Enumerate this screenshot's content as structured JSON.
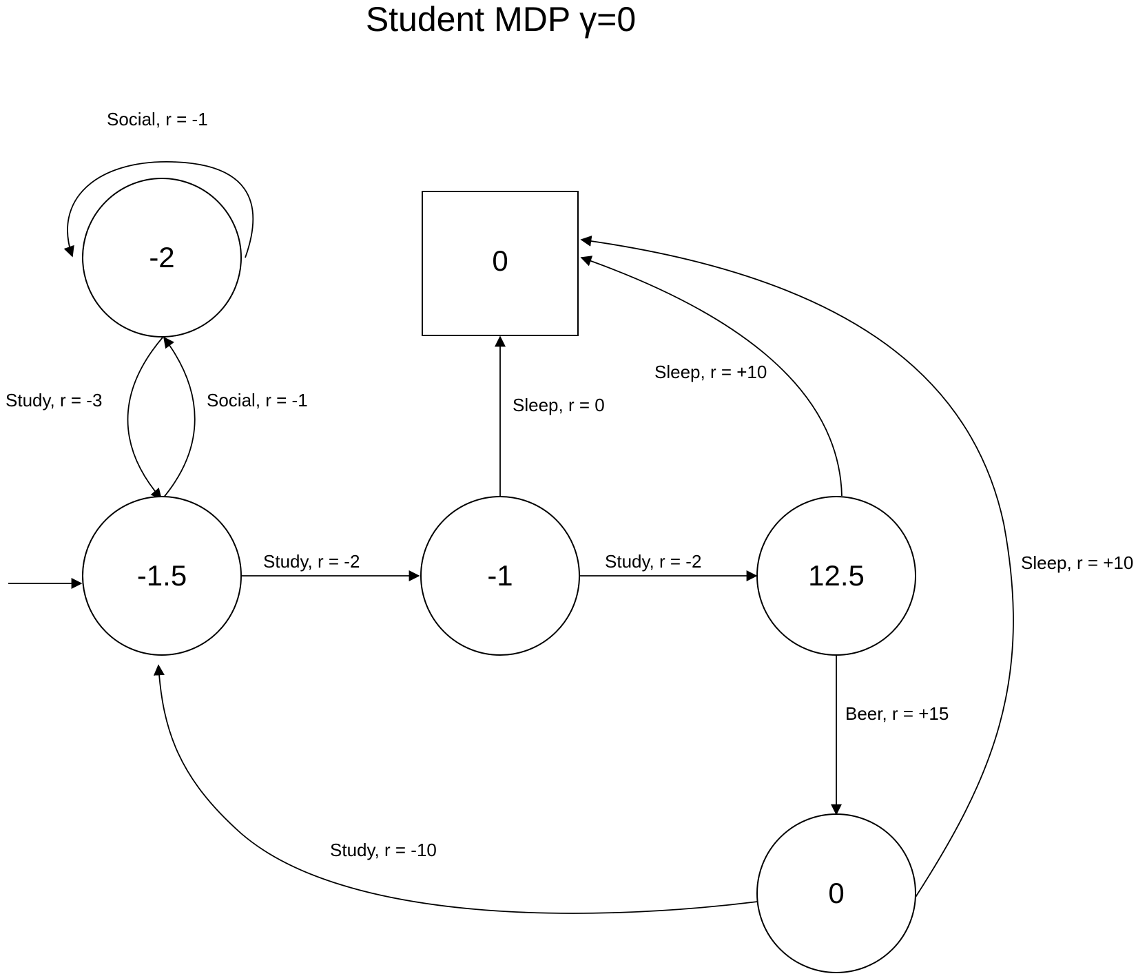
{
  "diagram": {
    "title": "Student MDP γ=0",
    "nodes": {
      "facebook": {
        "value": "-2"
      },
      "class1": {
        "value": "-1.5"
      },
      "class2": {
        "value": "-1"
      },
      "class3": {
        "value": "12.5"
      },
      "pub": {
        "value": "0"
      },
      "sleep_terminal": {
        "value": "0"
      }
    },
    "edges": {
      "fb_self": {
        "label": "Social, r = -1"
      },
      "fb_to_class1": {
        "label": "Study, r = -3"
      },
      "class1_to_fb": {
        "label": "Social, r = -1"
      },
      "class1_to_class2": {
        "label": "Study, r = -2"
      },
      "class2_to_sleep": {
        "label": "Sleep, r = 0"
      },
      "class2_to_class3": {
        "label": "Study, r = -2"
      },
      "class3_to_sleep": {
        "label": "Sleep, r = +10"
      },
      "class3_to_pub": {
        "label": "Beer, r = +15"
      },
      "pub_to_sleep": {
        "label": "Sleep, r = +10"
      },
      "pub_to_class1": {
        "label": "Study, r = -10"
      }
    }
  }
}
